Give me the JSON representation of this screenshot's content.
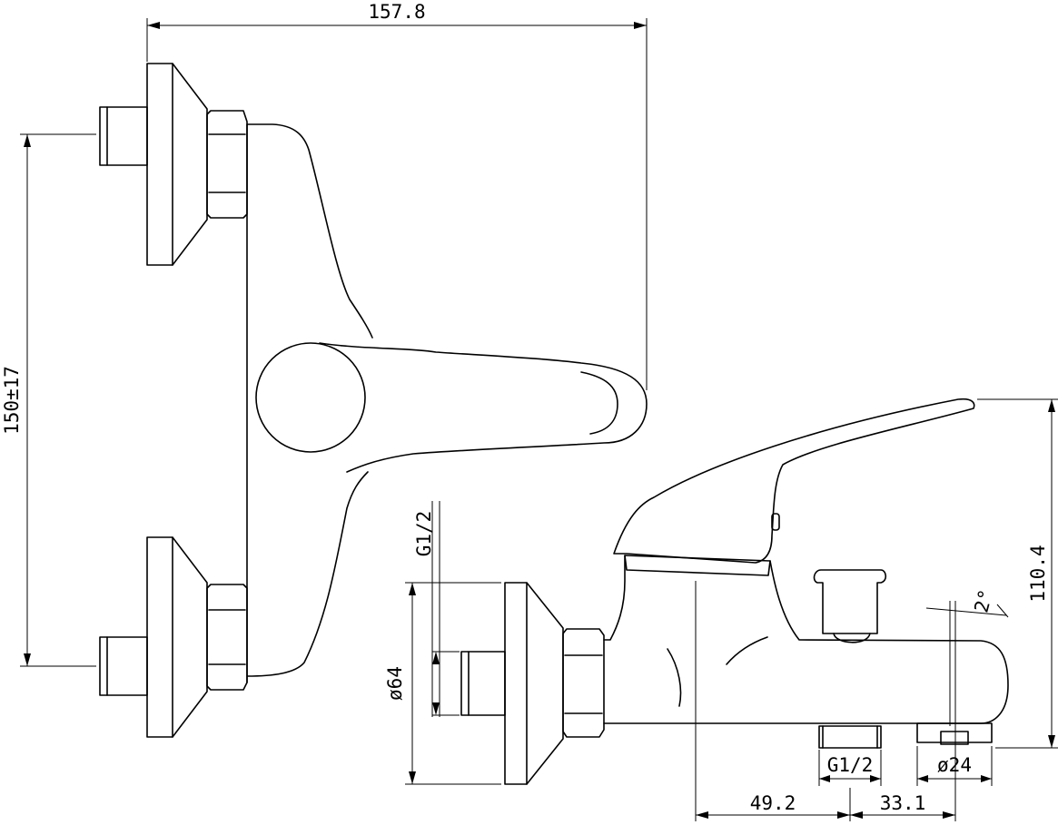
{
  "dimensions": {
    "top_width": "157.8",
    "inlet_spacing": "150±17",
    "height": "110.4",
    "inlet_thread": "G1/2",
    "flange_diameter": "ø64",
    "outlet_thread": "G1/2",
    "outlet_diameter": "ø24",
    "inlet_to_outlet_offset": "49.2",
    "outlet_spacing": "33.1",
    "tilt_angle": "2°"
  }
}
